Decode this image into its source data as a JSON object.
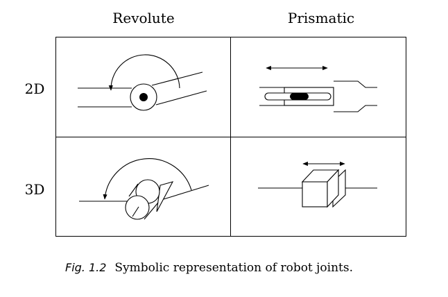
{
  "columns": [
    "Revolute",
    "Prismatic"
  ],
  "rows": [
    "2D",
    "3D"
  ],
  "caption": {
    "label": "Fig. 1.2",
    "text": "Symbolic representation of robot joints."
  },
  "cells": [
    {
      "row": "2D",
      "column": "Revolute",
      "symbol": "revolute-2d"
    },
    {
      "row": "2D",
      "column": "Prismatic",
      "symbol": "prismatic-2d"
    },
    {
      "row": "3D",
      "column": "Revolute",
      "symbol": "revolute-3d"
    },
    {
      "row": "3D",
      "column": "Prismatic",
      "symbol": "prismatic-3d"
    }
  ]
}
